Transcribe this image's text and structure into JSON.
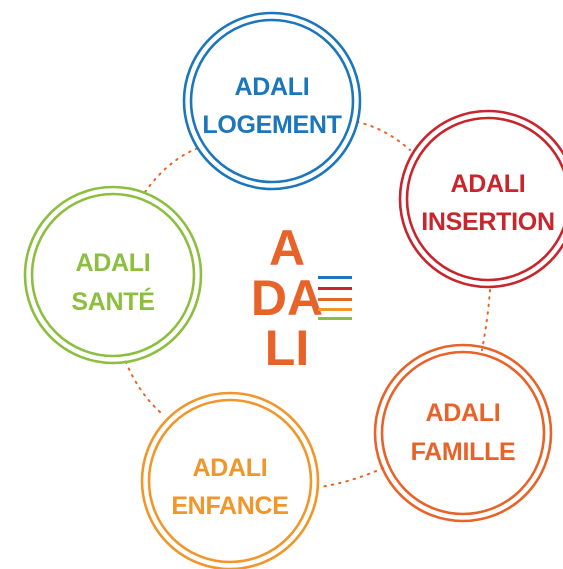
{
  "logo": {
    "letters": [
      "A",
      "DA",
      "LI"
    ],
    "color": "#e8632a",
    "stripe_colors": [
      "#1b76bb",
      "#c8252d",
      "#e8632a",
      "#f0962b",
      "#8cbf3f"
    ]
  },
  "connector_color": "#e8632a",
  "nodes": [
    {
      "id": "logement",
      "line1": "ADALI",
      "line2": "LOGEMENT",
      "color": "#1b76bb"
    },
    {
      "id": "insertion",
      "line1": "ADALI",
      "line2": "INSERTION",
      "color": "#c8252d"
    },
    {
      "id": "famille",
      "line1": "ADALI",
      "line2": "FAMILLE",
      "color": "#e8632a"
    },
    {
      "id": "enfance",
      "line1": "ADALI",
      "line2": "ENFANCE",
      "color": "#f0962b"
    },
    {
      "id": "sante",
      "line1": "ADALI",
      "line2": "SANTÉ",
      "color": "#8cbf3f"
    }
  ]
}
